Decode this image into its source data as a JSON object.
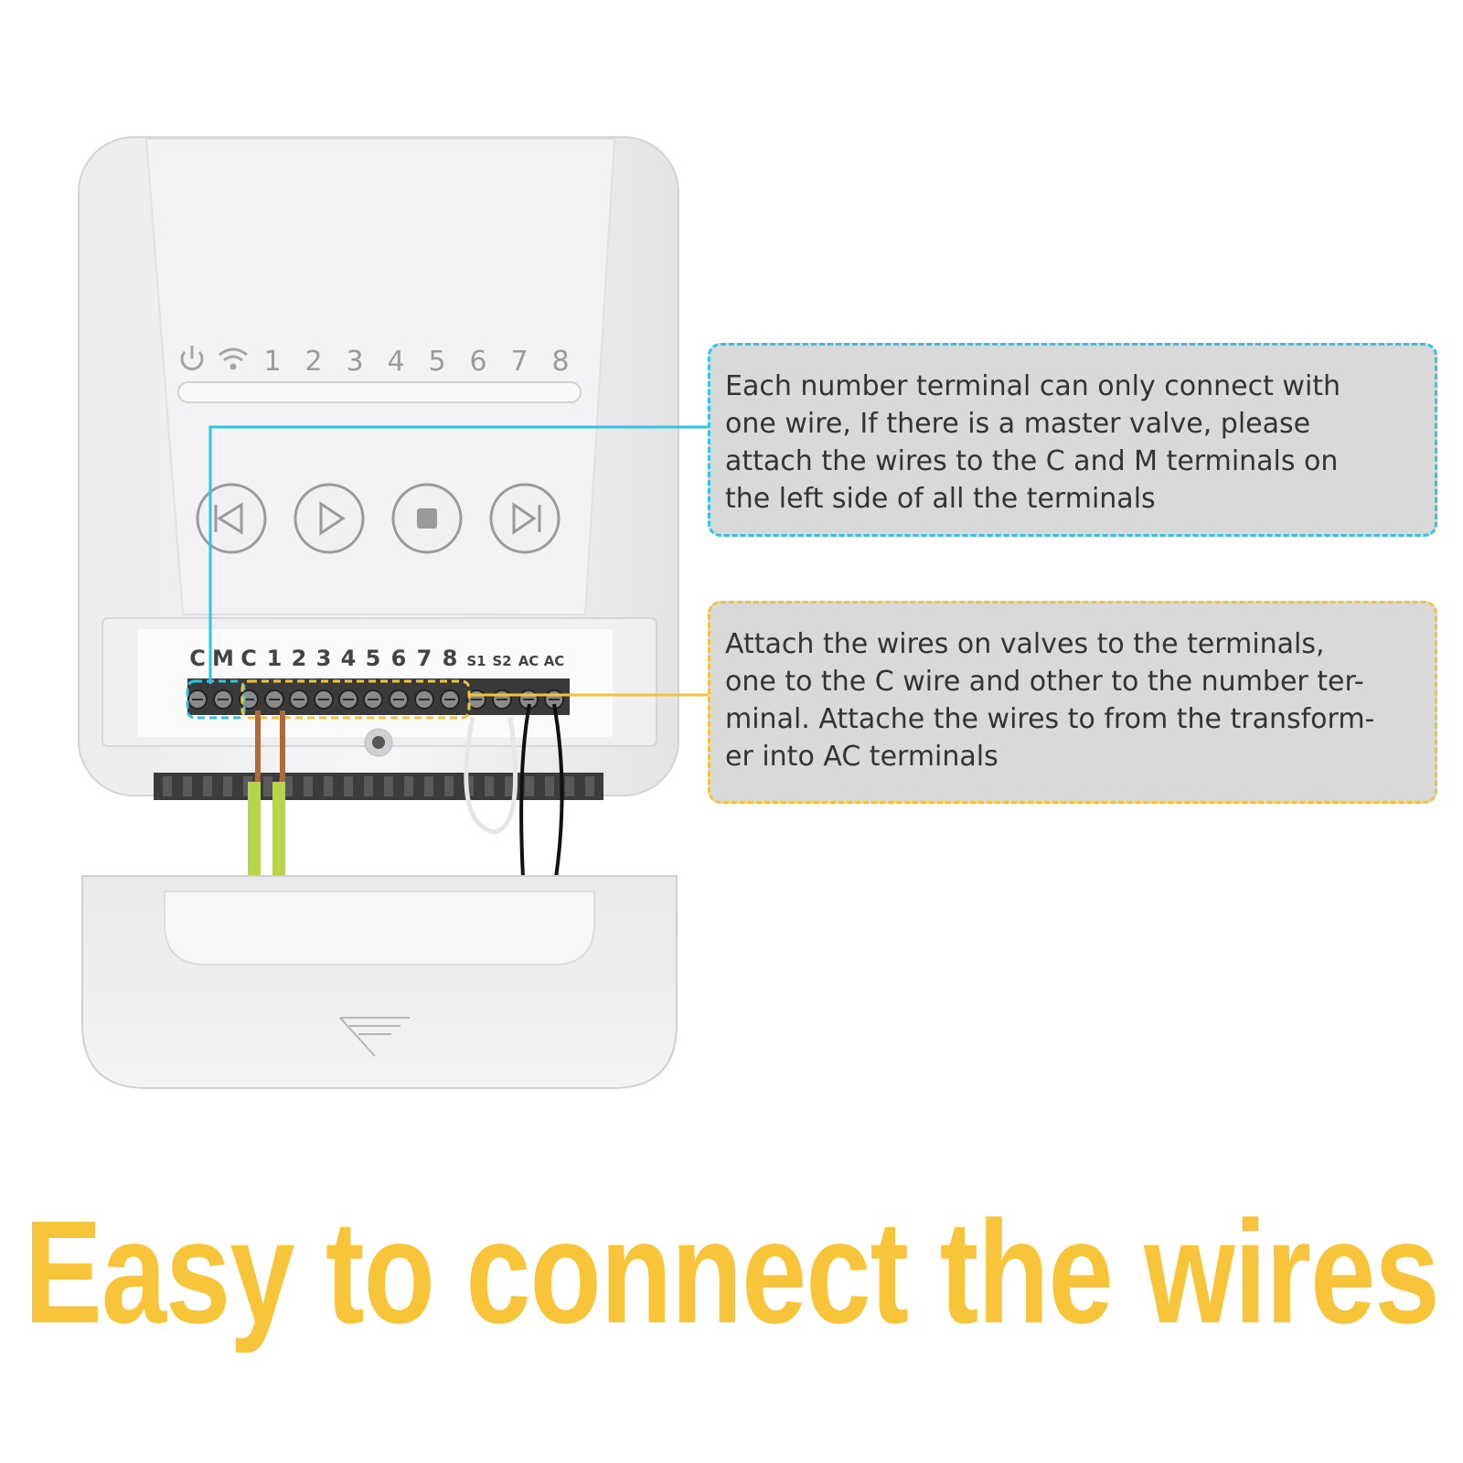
{
  "device": {
    "indicator_labels": [
      "1",
      "2",
      "3",
      "4",
      "5",
      "6",
      "7",
      "8"
    ],
    "terminal_labels": [
      "C",
      "M",
      "C",
      "1",
      "2",
      "3",
      "4",
      "5",
      "6",
      "7",
      "8",
      "S1",
      "S2",
      "AC",
      "AC"
    ],
    "buttons": [
      "previous-icon",
      "play-icon",
      "stop-icon",
      "skip-next-icon"
    ],
    "status_icons": [
      "power-icon",
      "wifi-icon"
    ]
  },
  "callouts": [
    {
      "color": "#2ec4e6",
      "lines": [
        "Each number terminal can only connect with",
        "one wire, If there is a master valve, please",
        "attach the wires to the C and M terminals on",
        "the left side of all the terminals"
      ]
    },
    {
      "color": "#f5c23a",
      "lines": [
        "Attach the wires on valves to the terminals,",
        "one to the C wire and other to the number ter-",
        "minal. Attache the wires to from the transform-",
        "er into AC terminals"
      ]
    }
  ],
  "headline": "Easy to connect the wires",
  "colors": {
    "headline": "#f8c53a",
    "cyan": "#2ec4e6",
    "yellow": "#f5c23a"
  }
}
